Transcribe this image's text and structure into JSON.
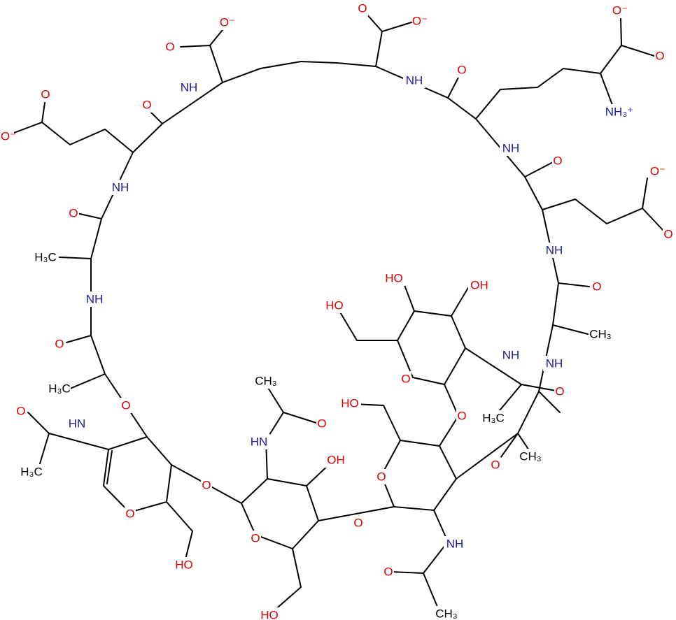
{
  "title": "Peptidoglycan fragment structure",
  "colors": {
    "oxygen": "#e00000",
    "nitrogen": "#1a1aa6",
    "carbon": "#000000"
  },
  "labels": [
    "O⁻",
    "O",
    "O",
    "O⁻",
    "O⁻",
    "O",
    "NH₃⁺",
    "O",
    "NH",
    "NH",
    "O",
    "O",
    "O⁻",
    "NH",
    "NH",
    "O",
    "O⁻",
    "O",
    "O",
    "H₃C",
    "NH",
    "HO",
    "OH",
    "HO",
    "O",
    "NH",
    "CH₃",
    "O",
    "NH",
    "NH",
    "O",
    "CH₃",
    "H₃C",
    "O",
    "HO",
    "O",
    "O",
    "HN",
    "O",
    "H₃C",
    "O",
    "HN",
    "CH₃",
    "OH",
    "O",
    "O",
    "H₃C",
    "O",
    "O",
    "O",
    "O",
    "NH",
    "HO",
    "O",
    "HO",
    "CH₃"
  ]
}
